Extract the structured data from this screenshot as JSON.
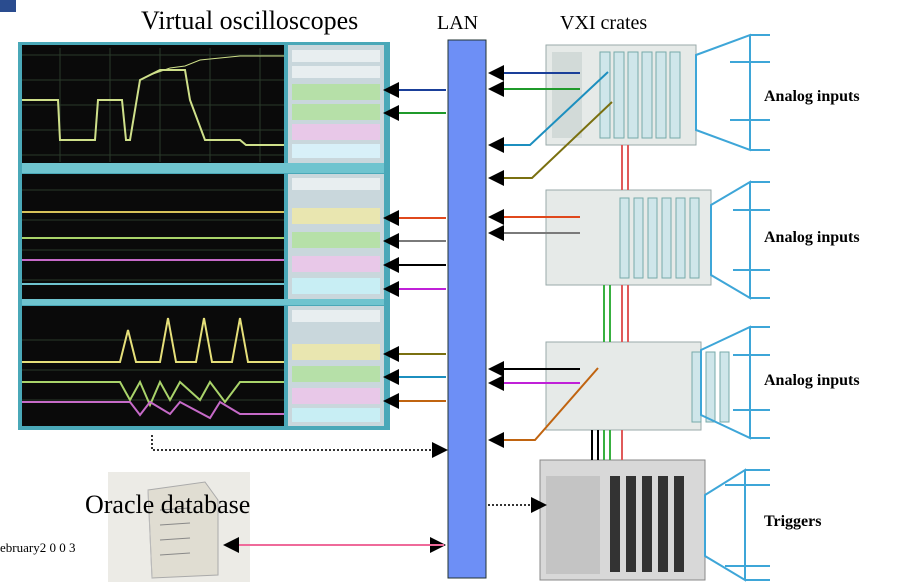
{
  "title_oscilloscopes": "Virtual oscilloscopes",
  "label_lan": "LAN",
  "label_vxi": "VXI crates",
  "analog_inputs": [
    "Analog inputs",
    "Analog inputs",
    "Analog inputs"
  ],
  "label_triggers": "Triggers",
  "label_oracle": "Oracle database",
  "footer_date": "ebruary2 0 0 3",
  "colors": {
    "lan": "#6d8ff6",
    "screen_bg": "#0a0a0a",
    "screen_border": "#4aa8b8",
    "trace": "#cfe08a",
    "panel": "#c9d7dc",
    "crate_funnel": "#3ea6d8"
  },
  "icons": [
    "oscilloscope-screen",
    "vxi-crate",
    "trigger-crate",
    "database-server",
    "funnel-input"
  ]
}
